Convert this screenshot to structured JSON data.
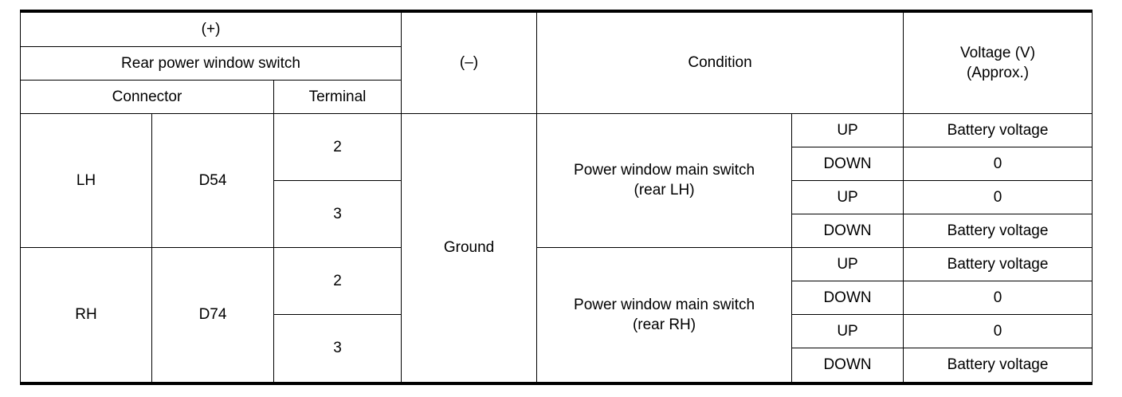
{
  "table": {
    "header": {
      "plus_label": "(+)",
      "group_label": "Rear power window switch",
      "connector_label": "Connector",
      "terminal_label": "Terminal",
      "minus_label": "(–)",
      "condition_label": "Condition",
      "voltage_label_line1": "Voltage (V)",
      "voltage_label_line2": "(Approx.)"
    },
    "ground_label": "Ground",
    "sections": [
      {
        "side": "LH",
        "connector": "D54",
        "condition_line1": "Power window main switch",
        "condition_line2": "(rear LH)",
        "terminals": [
          {
            "terminal": "2"
          },
          {
            "terminal": "3"
          }
        ],
        "rows": [
          {
            "operation": "UP",
            "voltage": "Battery voltage"
          },
          {
            "operation": "DOWN",
            "voltage": "0"
          },
          {
            "operation": "UP",
            "voltage": "0"
          },
          {
            "operation": "DOWN",
            "voltage": "Battery voltage"
          }
        ]
      },
      {
        "side": "RH",
        "connector": "D74",
        "condition_line1": "Power window main switch",
        "condition_line2": "(rear RH)",
        "terminals": [
          {
            "terminal": "2"
          },
          {
            "terminal": "3"
          }
        ],
        "rows": [
          {
            "operation": "UP",
            "voltage": "Battery voltage"
          },
          {
            "operation": "DOWN",
            "voltage": "0"
          },
          {
            "operation": "UP",
            "voltage": "0"
          },
          {
            "operation": "DOWN",
            "voltage": "Battery voltage"
          }
        ]
      }
    ]
  }
}
